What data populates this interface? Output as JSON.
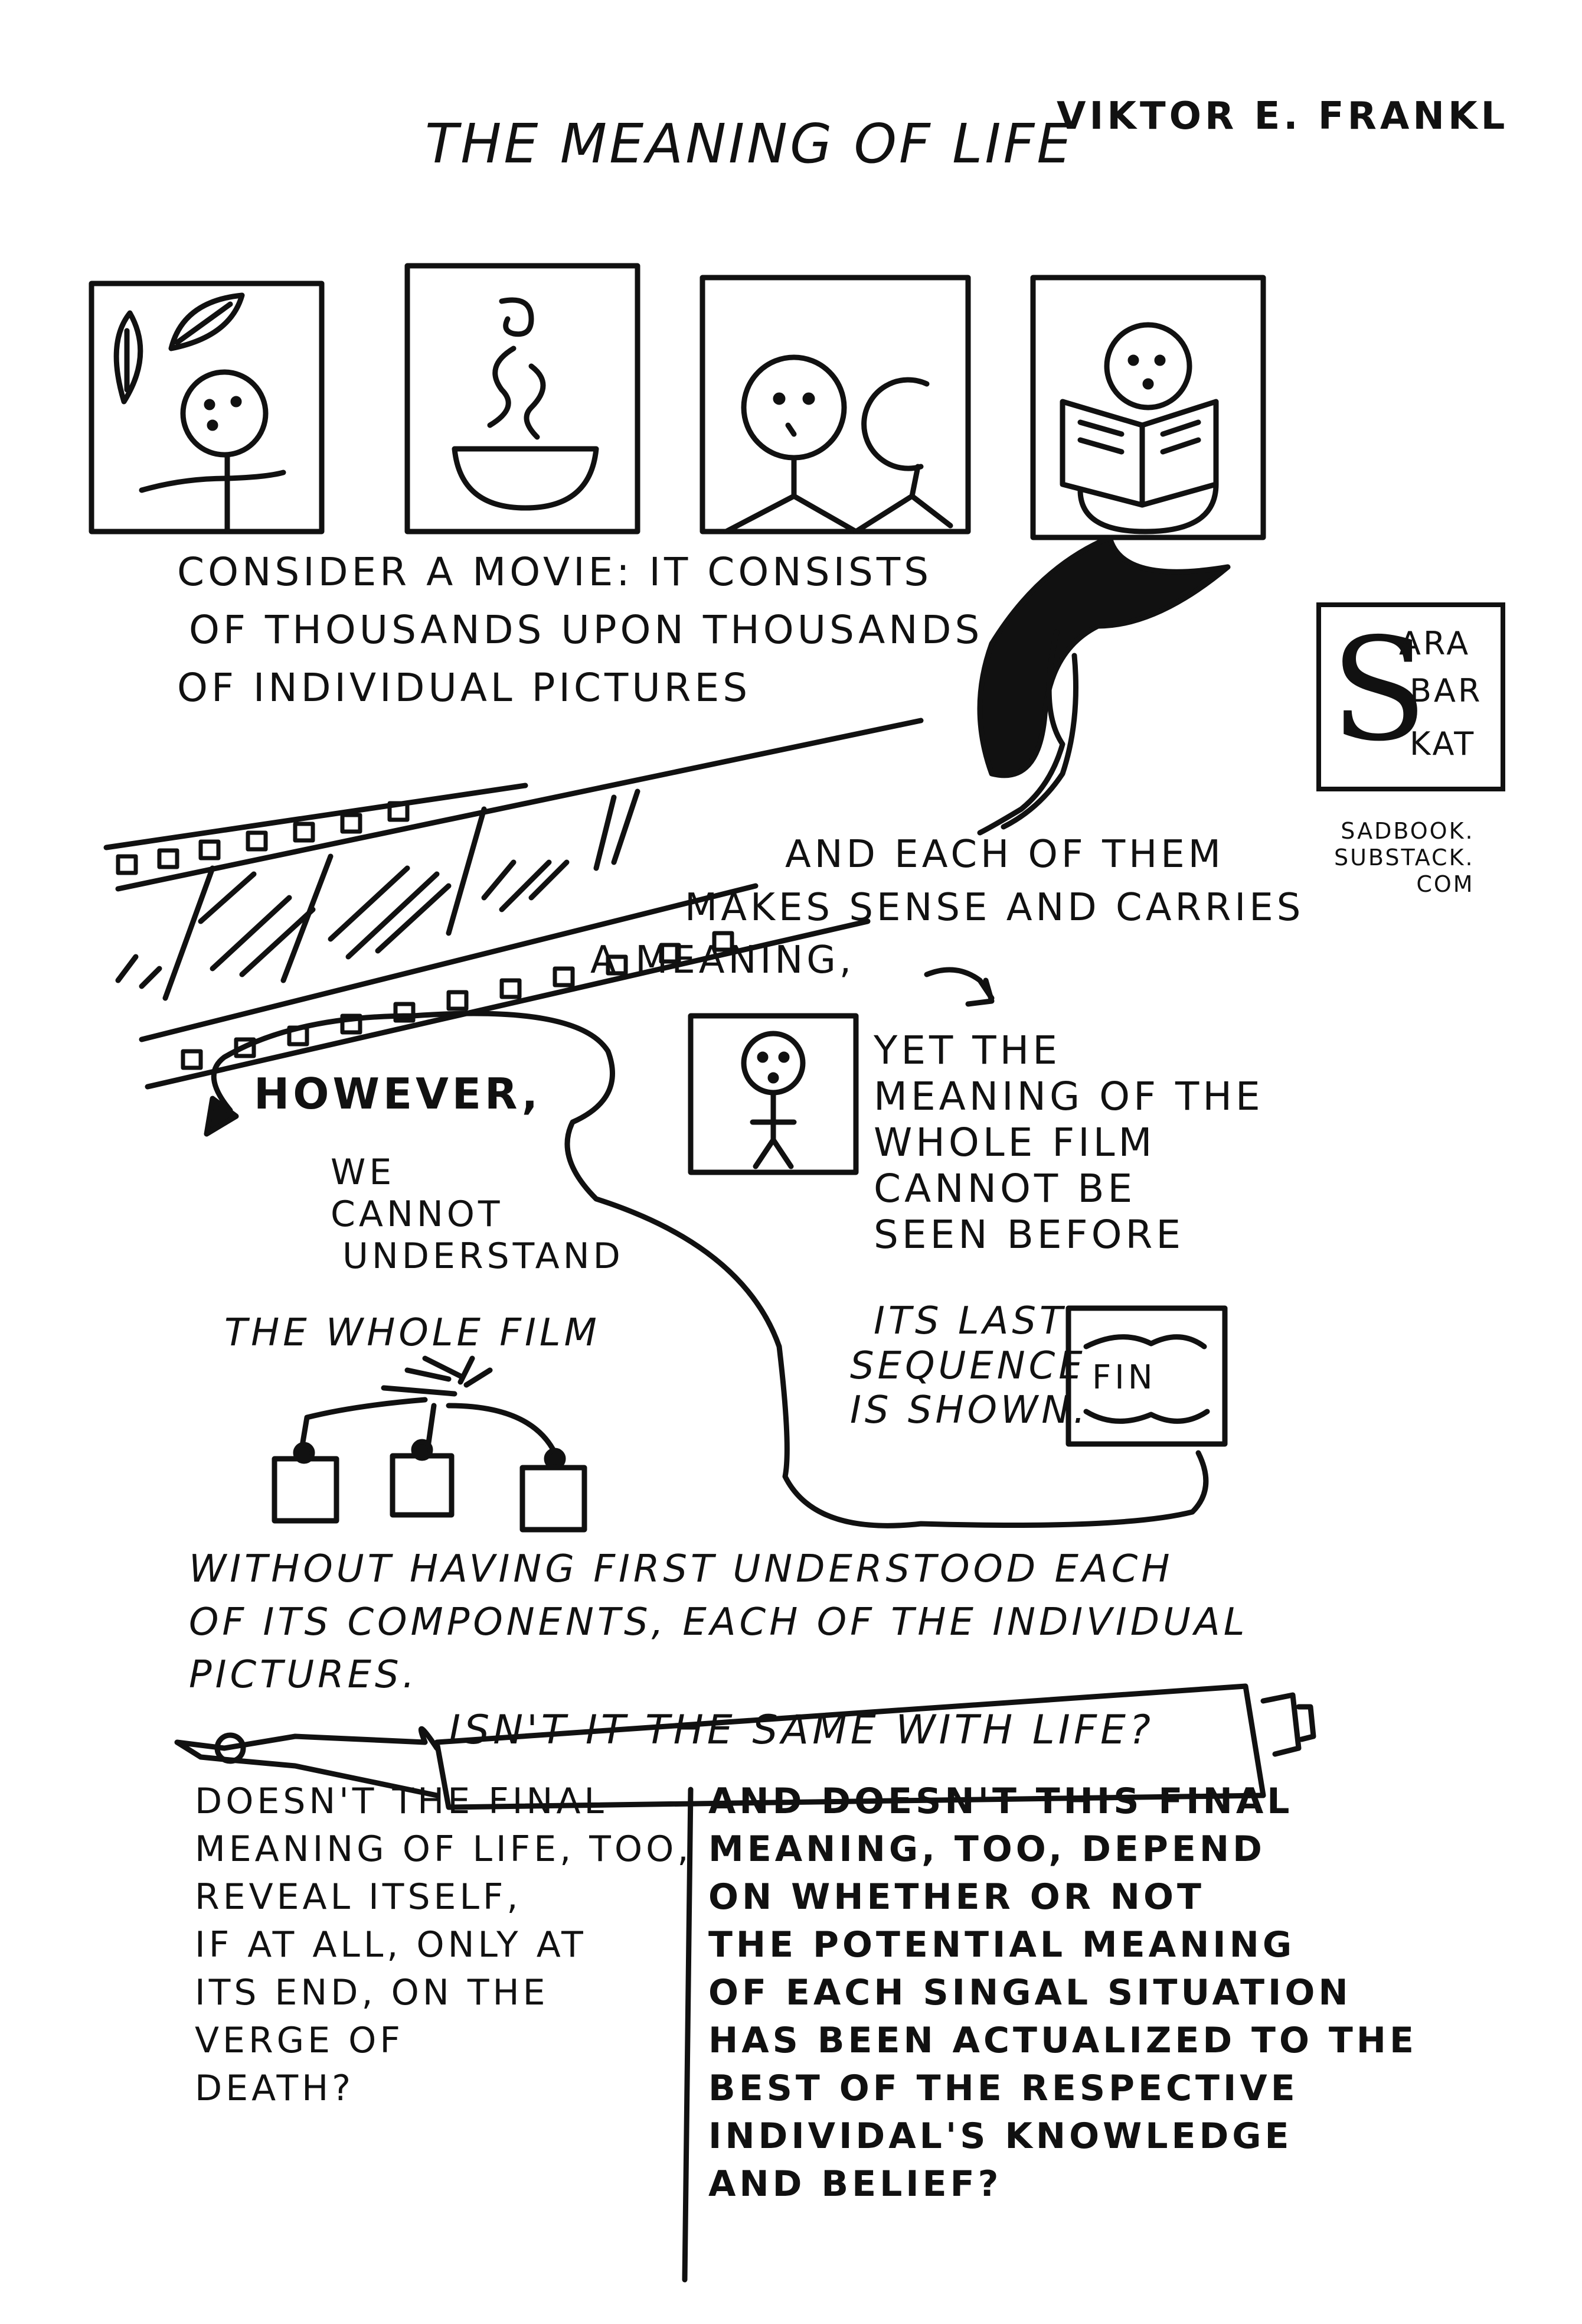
{
  "title": "THE MEANING OF LIFE",
  "author": "VIKTOR E. FRANKL",
  "logo": {
    "initial": "S",
    "words": [
      "ARA",
      "BAR",
      "KAT"
    ]
  },
  "website": [
    "SADBOOK.",
    "SUBSTACK.",
    "COM"
  ],
  "consider_lines": [
    "CONSIDER A MOVIE: IT CONSISTS",
    "OF THOUSANDS UPON THOUSANDS",
    "OF INDIVIDUAL PICTURES"
  ],
  "each_lines": [
    "AND EACH OF THEM",
    "MAKES SENSE AND CARRIES",
    "A MEANING,"
  ],
  "yet_lines": [
    "YET THE",
    "MEANING OF THE",
    "WHOLE FILM",
    "CANNOT BE",
    "SEEN BEFORE"
  ],
  "last_lines": [
    "ITS LAST",
    "SEQUENCE",
    "IS SHOWN."
  ],
  "fin_card": "FIN",
  "however": "HOWEVER,",
  "cannot_lines": [
    "WE",
    "CANNOT",
    "UNDERSTAND"
  ],
  "whole_film": "THE WHOLE FILM",
  "without_lines": [
    "WITHOUT HAVING FIRST UNDERSTOOD EACH",
    "OF ITS COMPONENTS, EACH OF THE INDIVIDUAL",
    "PICTURES."
  ],
  "question": "ISN'T IT THE SAME WITH LIFE?",
  "left_column": [
    "DOESN'T THE FINAL",
    "MEANING OF LIFE, TOO,",
    "REVEAL ITSELF,",
    "IF AT ALL, ONLY AT",
    "ITS END, ON THE",
    "VERGE OF",
    "DEATH?"
  ],
  "right_column": [
    "AND DOESN'T THIS FINAL",
    "MEANING, TOO, DEPEND",
    "ON WHETHER OR NOT",
    "THE POTENTIAL MEANING",
    "OF EACH SINGAL SITUATION",
    "HAS BEEN ACTUALIZED TO THE",
    "BEST OF THE RESPECTIVE",
    "INDIVIDAL'S KNOWLEDGE",
    "AND BELIEF?"
  ]
}
